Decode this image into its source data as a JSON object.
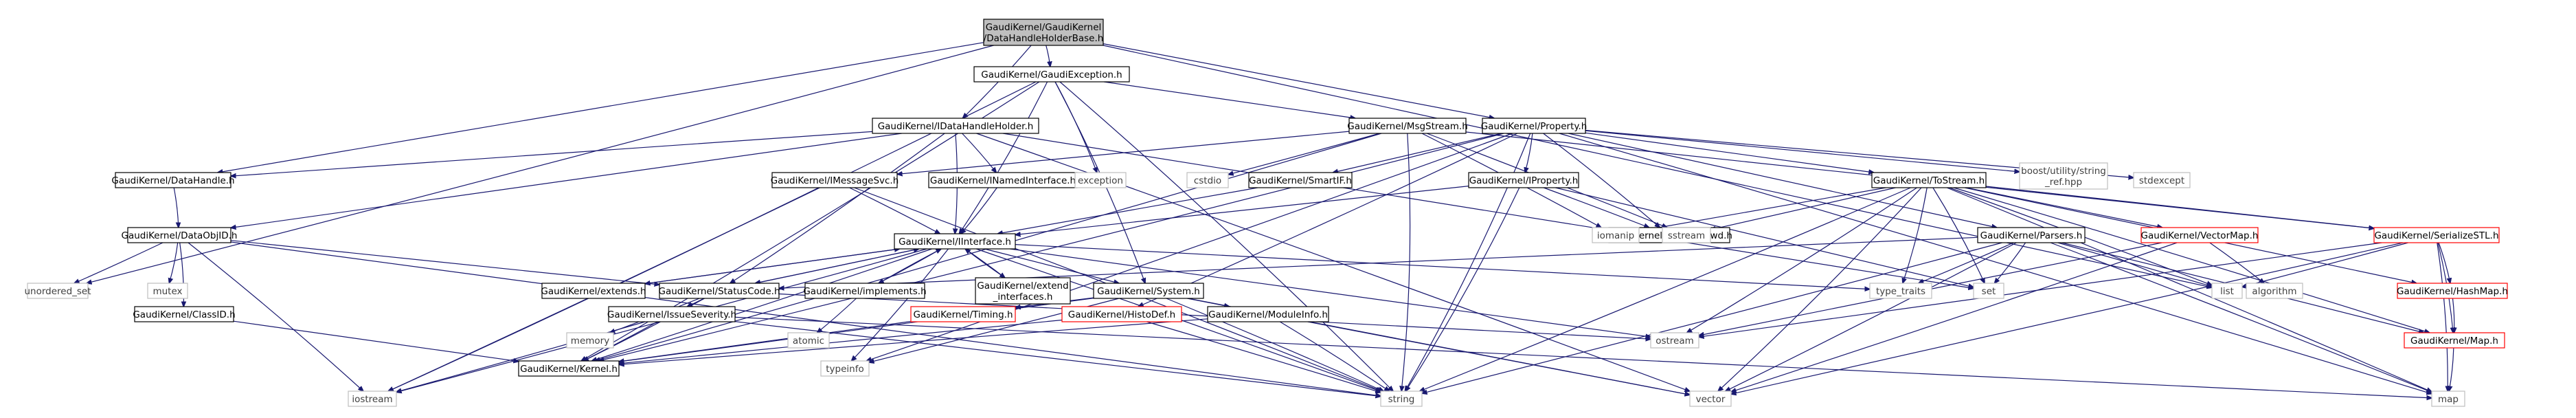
{
  "colors": {
    "root_fill": "#bfbfbf",
    "node_stroke": "#000000",
    "node_stroke_undoc": "#ff0000",
    "external_stroke": "#bfbfbf",
    "external_text": "#3f3f3f",
    "edge": "#191970"
  },
  "nodes": [
    {
      "id": "root",
      "lines": [
        "GaudiKernel/GaudiKernel",
        "/DataHandleHolderBase.h"
      ],
      "kind": "root"
    },
    {
      "id": "unordered_set",
      "lines": [
        "unordered_set"
      ],
      "kind": "ext"
    },
    {
      "id": "GaudiException",
      "lines": [
        "GaudiKernel/GaudiException.h"
      ],
      "kind": "doc"
    },
    {
      "id": "IDataHandleHolder",
      "lines": [
        "GaudiKernel/IDataHandleHolder.h"
      ],
      "kind": "doc"
    },
    {
      "id": "Property",
      "lines": [
        "GaudiKernel/Property.h"
      ],
      "kind": "doc"
    },
    {
      "id": "DataHandle",
      "lines": [
        "GaudiKernel/DataHandle.h"
      ],
      "kind": "doc"
    },
    {
      "id": "DataObjID",
      "lines": [
        "GaudiKernel/DataObjID.h"
      ],
      "kind": "doc"
    },
    {
      "id": "ClassID",
      "lines": [
        "GaudiKernel/ClassID.h"
      ],
      "kind": "doc"
    },
    {
      "id": "Kernel",
      "lines": [
        "GaudiKernel/Kernel.h"
      ],
      "kind": "doc"
    },
    {
      "id": "StatusCode",
      "lines": [
        "GaudiKernel/StatusCode.h"
      ],
      "kind": "doc"
    },
    {
      "id": "IssueSeverity",
      "lines": [
        "GaudiKernel/IssueSeverity.h"
      ],
      "kind": "doc"
    },
    {
      "id": "IInterface",
      "lines": [
        "GaudiKernel/IInterface.h"
      ],
      "kind": "doc"
    },
    {
      "id": "extends",
      "lines": [
        "GaudiKernel/extends.h"
      ],
      "kind": "doc"
    },
    {
      "id": "implements",
      "lines": [
        "GaudiKernel/implements.h"
      ],
      "kind": "doc"
    },
    {
      "id": "extend_interfaces",
      "lines": [
        "GaudiKernel/extend",
        "_interfaces.h"
      ],
      "kind": "doc"
    },
    {
      "id": "System",
      "lines": [
        "GaudiKernel/System.h"
      ],
      "kind": "doc"
    },
    {
      "id": "Timing",
      "lines": [
        "GaudiKernel/Timing.h"
      ],
      "kind": "undoc"
    },
    {
      "id": "ModuleInfo",
      "lines": [
        "GaudiKernel/ModuleInfo.h"
      ],
      "kind": "doc"
    },
    {
      "id": "HistoDef",
      "lines": [
        "GaudiKernel/HistoDef.h"
      ],
      "kind": "undoc"
    },
    {
      "id": "MsgStream",
      "lines": [
        "GaudiKernel/MsgStream.h"
      ],
      "kind": "doc"
    },
    {
      "id": "IMessageSvc",
      "lines": [
        "GaudiKernel/IMessageSvc.h"
      ],
      "kind": "doc"
    },
    {
      "id": "INamedInterface",
      "lines": [
        "GaudiKernel/INamedInterface.h"
      ],
      "kind": "doc"
    },
    {
      "id": "SmartIF",
      "lines": [
        "GaudiKernel/SmartIF.h"
      ],
      "kind": "doc"
    },
    {
      "id": "IProperty",
      "lines": [
        "GaudiKernel/IProperty.h"
      ],
      "kind": "doc"
    },
    {
      "id": "PropertyFwd",
      "lines": [
        "GaudiKernel/PropertyFwd.h"
      ],
      "kind": "doc"
    },
    {
      "id": "ToStream",
      "lines": [
        "GaudiKernel/ToStream.h"
      ],
      "kind": "doc"
    },
    {
      "id": "Parsers",
      "lines": [
        "GaudiKernel/Parsers.h"
      ],
      "kind": "doc"
    },
    {
      "id": "VectorMap",
      "lines": [
        "GaudiKernel/VectorMap.h"
      ],
      "kind": "undoc"
    },
    {
      "id": "SerializeSTL",
      "lines": [
        "GaudiKernel/SerializeSTL.h"
      ],
      "kind": "undoc"
    },
    {
      "id": "HashMap",
      "lines": [
        "GaudiKernel/HashMap.h"
      ],
      "kind": "undoc"
    },
    {
      "id": "Map",
      "lines": [
        "GaudiKernel/Map.h"
      ],
      "kind": "undoc"
    },
    {
      "id": "exception",
      "lines": [
        "exception"
      ],
      "kind": "ext"
    },
    {
      "id": "cstdio",
      "lines": [
        "cstdio"
      ],
      "kind": "ext"
    },
    {
      "id": "boost_string_ref",
      "lines": [
        "boost/utility/string",
        "_ref.hpp"
      ],
      "kind": "ext"
    },
    {
      "id": "stdexcept",
      "lines": [
        "stdexcept"
      ],
      "kind": "ext"
    },
    {
      "id": "iomanip",
      "lines": [
        "iomanip"
      ],
      "kind": "ext"
    },
    {
      "id": "sstream",
      "lines": [
        "sstream"
      ],
      "kind": "ext"
    },
    {
      "id": "type_traits",
      "lines": [
        "type_traits"
      ],
      "kind": "ext"
    },
    {
      "id": "set",
      "lines": [
        "set"
      ],
      "kind": "ext"
    },
    {
      "id": "list",
      "lines": [
        "list"
      ],
      "kind": "ext"
    },
    {
      "id": "algorithm",
      "lines": [
        "algorithm"
      ],
      "kind": "ext"
    },
    {
      "id": "mutex",
      "lines": [
        "mutex"
      ],
      "kind": "ext"
    },
    {
      "id": "memory",
      "lines": [
        "memory"
      ],
      "kind": "ext"
    },
    {
      "id": "atomic",
      "lines": [
        "atomic"
      ],
      "kind": "ext"
    },
    {
      "id": "typeinfo",
      "lines": [
        "typeinfo"
      ],
      "kind": "ext"
    },
    {
      "id": "ostream",
      "lines": [
        "ostream"
      ],
      "kind": "ext"
    },
    {
      "id": "iostream",
      "lines": [
        "iostream"
      ],
      "kind": "ext"
    },
    {
      "id": "string",
      "lines": [
        "string"
      ],
      "kind": "ext"
    },
    {
      "id": "vector",
      "lines": [
        "vector"
      ],
      "kind": "ext"
    },
    {
      "id": "map",
      "lines": [
        "map"
      ],
      "kind": "ext"
    }
  ]
}
